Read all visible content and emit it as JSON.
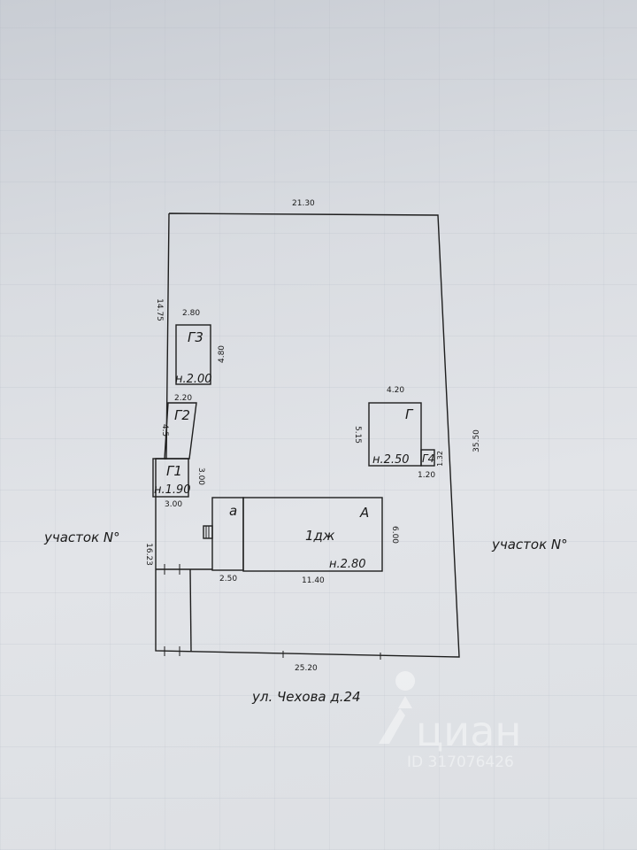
{
  "plot": {
    "top_width": "21.30",
    "right_length": "35.50",
    "bottom_width": "25.20",
    "left_upper": "14.75",
    "left_lower": "16.23"
  },
  "buildings": {
    "g3": {
      "code": "Г3",
      "height": "н.2.00",
      "width": "2.80",
      "depth": "4.80"
    },
    "g2": {
      "code": "Г2",
      "width": "2.20",
      "depth": "4.5"
    },
    "g1": {
      "code": "Г1",
      "height": "н.1.90",
      "width": "3.00",
      "depth": "3.00"
    },
    "g": {
      "code": "Г",
      "height": "н.2.50",
      "width": "4.20",
      "depth": "5.15"
    },
    "g4": {
      "code": "Г4",
      "width": "1.20",
      "depth": "1.32"
    },
    "house": {
      "code": "А",
      "type": "1дж",
      "height": "н.2.80",
      "width": "11.40",
      "depth": "6.00"
    },
    "annex": {
      "code": "а",
      "width": "2.50"
    }
  },
  "labels": {
    "neighbor_left": "участок N°",
    "neighbor_right": "участок N°",
    "street": "ул. Чехова д.24"
  },
  "watermark": {
    "brand": "циан",
    "id": "ID 317076426"
  }
}
